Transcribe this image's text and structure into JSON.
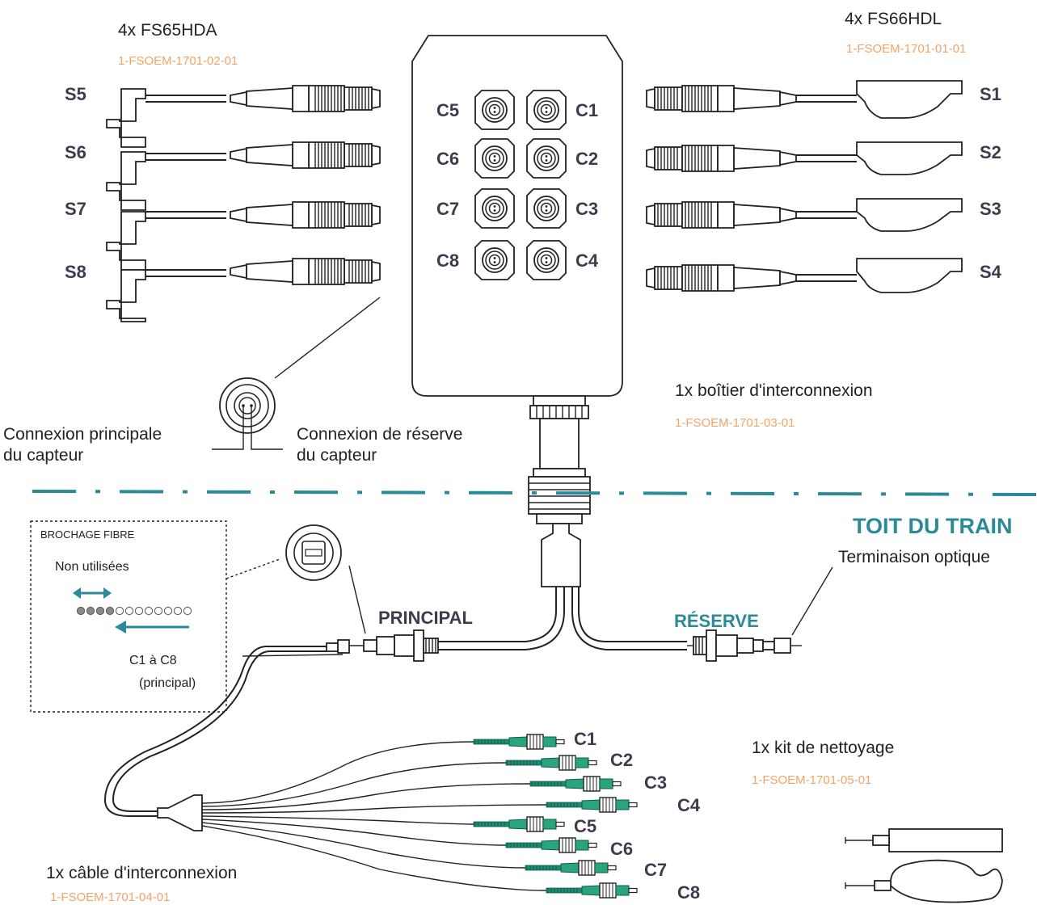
{
  "titles": {
    "sensors_left": "4x FS65HDA",
    "sensors_left_part": "1-FSOEM-1701-02-01",
    "sensors_right": "4x FS66HDL",
    "sensors_right_part": "1-FSOEM-1701-01-01",
    "box": "1x boîtier d'interconnexion",
    "box_part": "1-FSOEM-1701-03-01",
    "cable": "1x câble d'interconnexion",
    "cable_part": "1-FSOEM-1701-04-01",
    "kit": "1x kit de nettoyage",
    "kit_part": "1-FSOEM-1701-05-01"
  },
  "sensor_labels_left": [
    "S5",
    "S6",
    "S7",
    "S8"
  ],
  "sensor_labels_right": [
    "S1",
    "S2",
    "S3",
    "S4"
  ],
  "box_labels_left": [
    "C5",
    "C6",
    "C7",
    "C8"
  ],
  "box_labels_right": [
    "C1",
    "C2",
    "C3",
    "C4"
  ],
  "fiber_labels": [
    "C1",
    "C2",
    "C3",
    "C4",
    "C5",
    "C6",
    "C7",
    "C8"
  ],
  "connection": {
    "main_line1": "Connexion principale",
    "main_line2": "du capteur",
    "spare_line1": "Connexion de réserve",
    "spare_line2": "du capteur"
  },
  "roof_label": "TOIT DU TRAIN",
  "pinout": {
    "title": "BROCHAGE FIBRE",
    "unused": "Non utilisées",
    "range": "C1 à C8",
    "range_note": "(principal)",
    "unused_fibers": 4,
    "total_fibers": 12
  },
  "branches": {
    "main": "PRINCIPAL",
    "spare": "RÉSERVE"
  },
  "optical_termination": "Terminaison optique",
  "colors": {
    "accent": "#2b8a98",
    "part_number": "#f0a468",
    "label": "#3c3c4e",
    "connector_green": "#1f8a6e"
  }
}
